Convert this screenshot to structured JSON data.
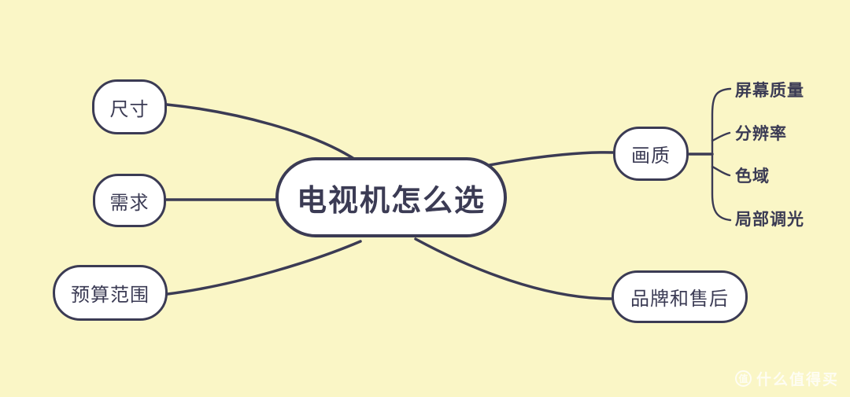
{
  "canvas": {
    "background_color": "#FAF6C6",
    "stroke_color": "#3B3B54",
    "node_fill_color": "#FFFFFF"
  },
  "mindmap": {
    "root": {
      "label": "电视机怎么选"
    },
    "branches": {
      "size": {
        "label": "尺寸"
      },
      "need": {
        "label": "需求"
      },
      "budget": {
        "label": "预算范围"
      },
      "quality": {
        "label": "画质"
      },
      "brand": {
        "label": "品牌和售后"
      }
    },
    "quality_children": [
      {
        "label": "屏幕质量"
      },
      {
        "label": "分辨率"
      },
      {
        "label": "色域"
      },
      {
        "label": "局部调光"
      }
    ]
  },
  "watermark": {
    "badge": "值",
    "text": "什么值得买"
  }
}
